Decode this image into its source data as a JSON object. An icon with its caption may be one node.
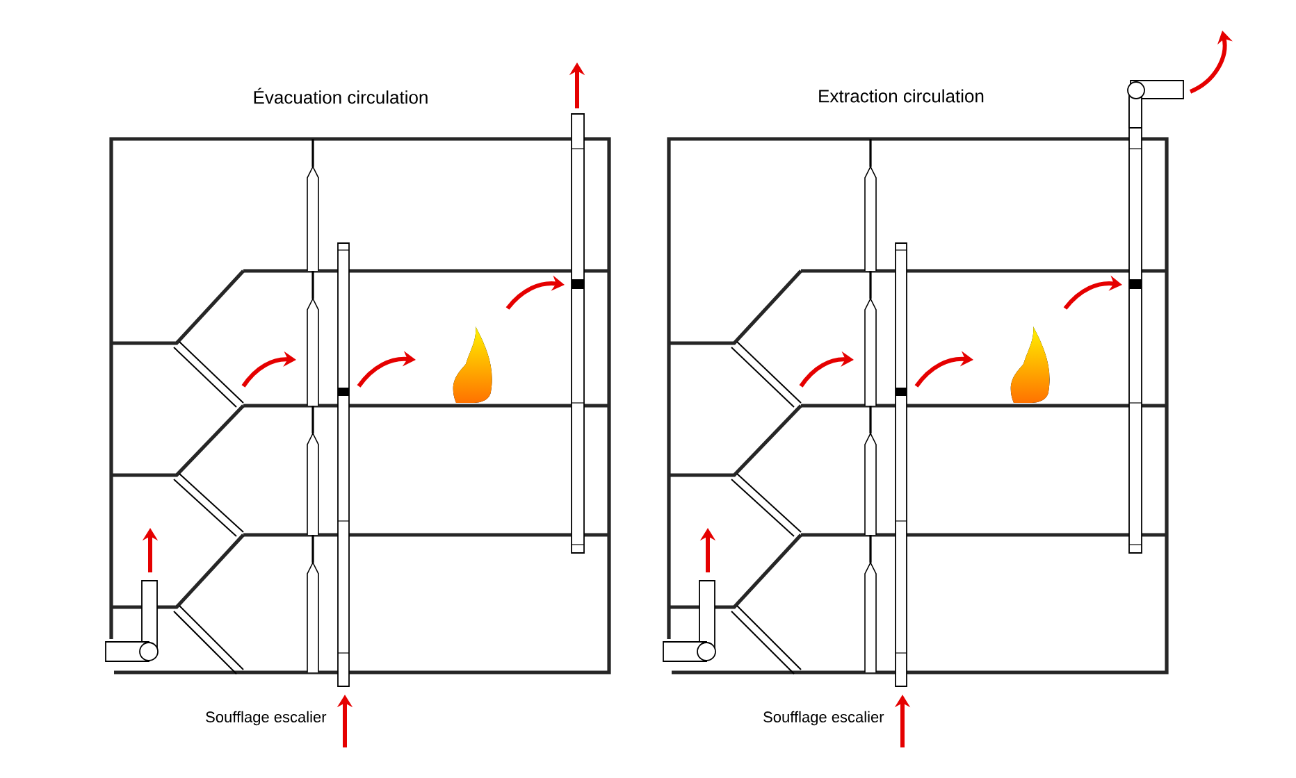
{
  "diagram": {
    "labels": [
      "Évacuation circulation",
      "Soufflage escalier",
      "Extraction circulation",
      "Soufflage escalier"
    ]
  }
}
